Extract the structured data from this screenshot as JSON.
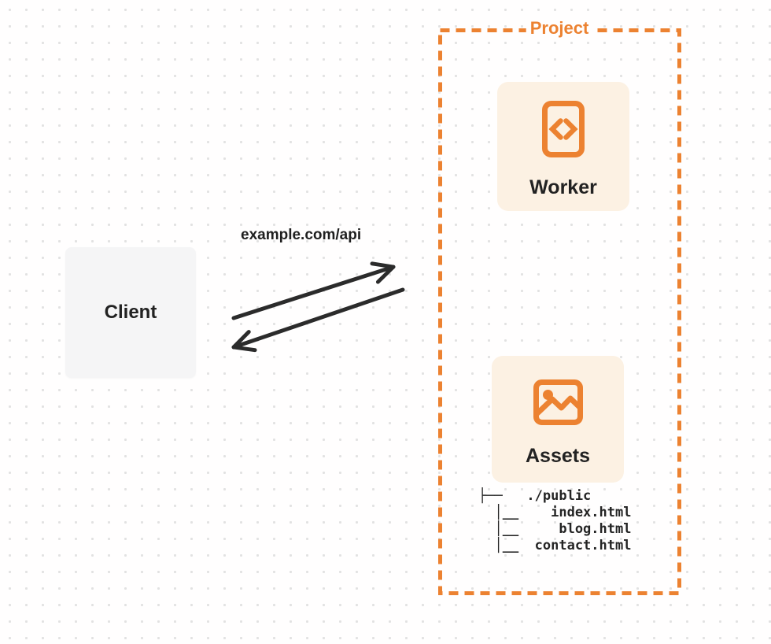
{
  "client": {
    "label": "Client"
  },
  "request": {
    "label": "example.com/api"
  },
  "project": {
    "label": "Project",
    "worker": {
      "label": "Worker",
      "icon": "code-file-icon"
    },
    "assets": {
      "label": "Assets",
      "icon": "image-icon",
      "file_tree": {
        "root": "./public",
        "files": [
          "index.html",
          "blog.html",
          "contact.html"
        ],
        "lines": [
          "├──   ./public",
          "  │__    index.html",
          "  │__     blog.html",
          "  │__  contact.html"
        ]
      }
    }
  },
  "colors": {
    "accent_orange": "#EC8231",
    "card_cream": "#FCF1E3",
    "client_gray": "#F5F5F6",
    "ink": "#222222",
    "arrow": "#2B2B2B",
    "grid_dot": "#E2E2E2",
    "page_bg": "#FFFEFE"
  }
}
